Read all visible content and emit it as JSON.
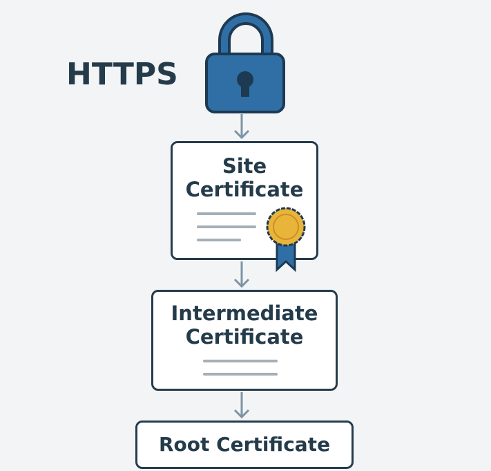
{
  "title": "HTTPS",
  "chain": [
    {
      "line1": "Site",
      "line2": "Certificate"
    },
    {
      "line1": "Intermediate",
      "line2": "Certificate"
    },
    {
      "label": "Root Certificate"
    }
  ],
  "colors": {
    "accent": "#2f6fa6",
    "dark": "#243b4a",
    "arrow": "#7d94a6",
    "seal": "#e8b43a"
  }
}
